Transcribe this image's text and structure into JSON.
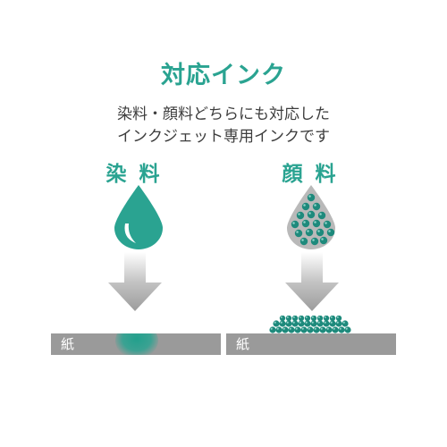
{
  "colors": {
    "accent": "#2aa391",
    "accent_dark": "#1a7d70",
    "pigment_particle": "#1e8a7c",
    "pigment_drop": "#b9b9b9",
    "arrow": "#a6a6a6",
    "paper": "#9a9a9a"
  },
  "title": "対応インク",
  "subtitle": {
    "line1": "染料・顔料どちらにも対応した",
    "line2": "インクジェット専用インクです"
  },
  "dye": {
    "label": "染 料",
    "paper_label": "紙",
    "icon": "ink-drop-icon"
  },
  "pigment": {
    "label": "顔 料",
    "paper_label": "紙",
    "icon": "pigment-drop-icon"
  }
}
